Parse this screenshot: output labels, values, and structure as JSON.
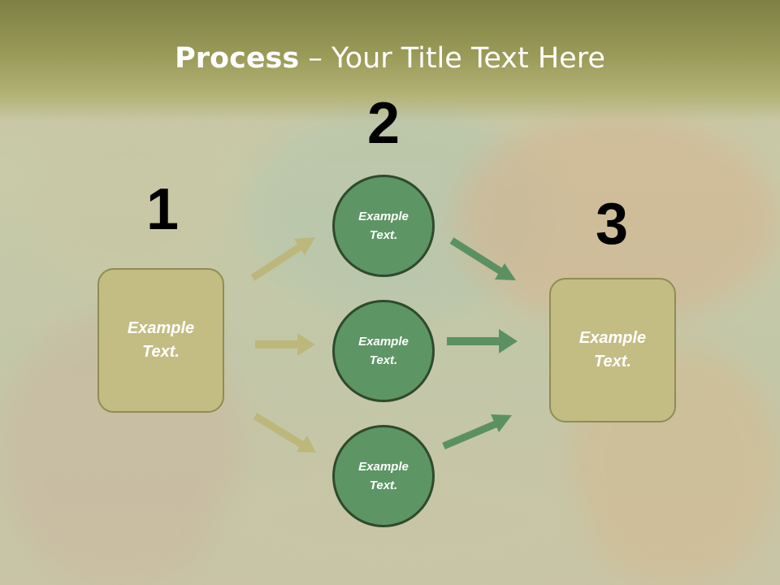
{
  "slide": {
    "title_bold": "Process",
    "title_rest": " – Your Title Text Here"
  },
  "steps": {
    "step1_number": "1",
    "step2_number": "2",
    "step3_number": "3"
  },
  "left_box": {
    "text": "Example Text."
  },
  "circles": [
    {
      "text": "Example Text."
    },
    {
      "text": "Example Text."
    },
    {
      "text": "Example Text."
    }
  ],
  "right_box": {
    "text": "Example Text."
  },
  "colors": {
    "title_band": "#9a9a58",
    "box_fill": "#c3bd84",
    "circle_fill": "#5d9564",
    "arrow_tan": "#bdb77c",
    "arrow_green": "#5b9162"
  }
}
